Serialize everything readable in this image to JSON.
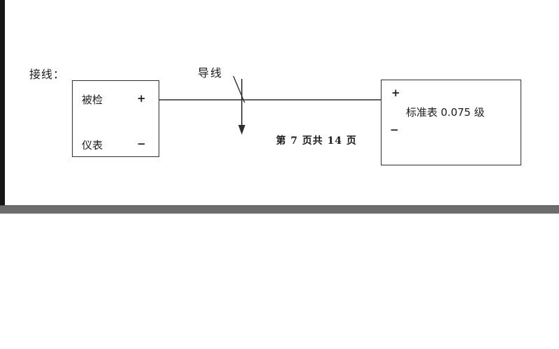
{
  "colors": {
    "line": "#2f2f2f",
    "divider_bar": "#6d6d6d",
    "edge_strip": "#151515",
    "background": "#ffffff"
  },
  "diagram": {
    "section_label": "接线：",
    "wire_label": "导线",
    "left_box": {
      "row1_label": "被检",
      "row1_terminal": "+",
      "row2_label": "仪表",
      "row2_terminal": "−"
    },
    "right_box": {
      "top_terminal": "+",
      "label": "标准表 0.075 级",
      "bottom_terminal": "−"
    }
  },
  "footer": {
    "page_indicator": "第 7 页共 14 页"
  }
}
